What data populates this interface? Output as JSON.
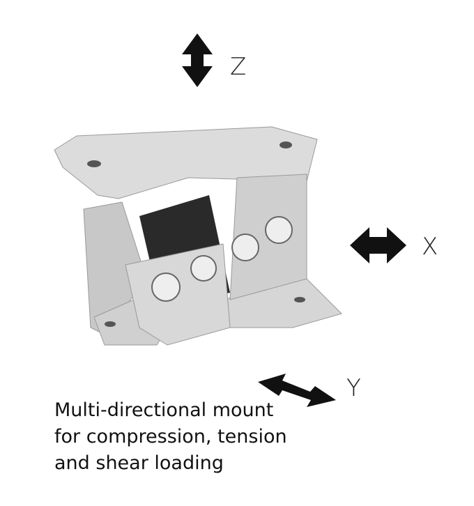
{
  "axes": {
    "z": "Z",
    "x": "X",
    "y": "Y"
  },
  "caption": {
    "lines": [
      "Multi-directional mount",
      "for compression, tension",
      "and shear loading"
    ]
  },
  "colors": {
    "metal": "#d4d4d4",
    "shadow": "#8a8a8a",
    "dark": "#2a2a2a",
    "arrow": "#111111"
  }
}
